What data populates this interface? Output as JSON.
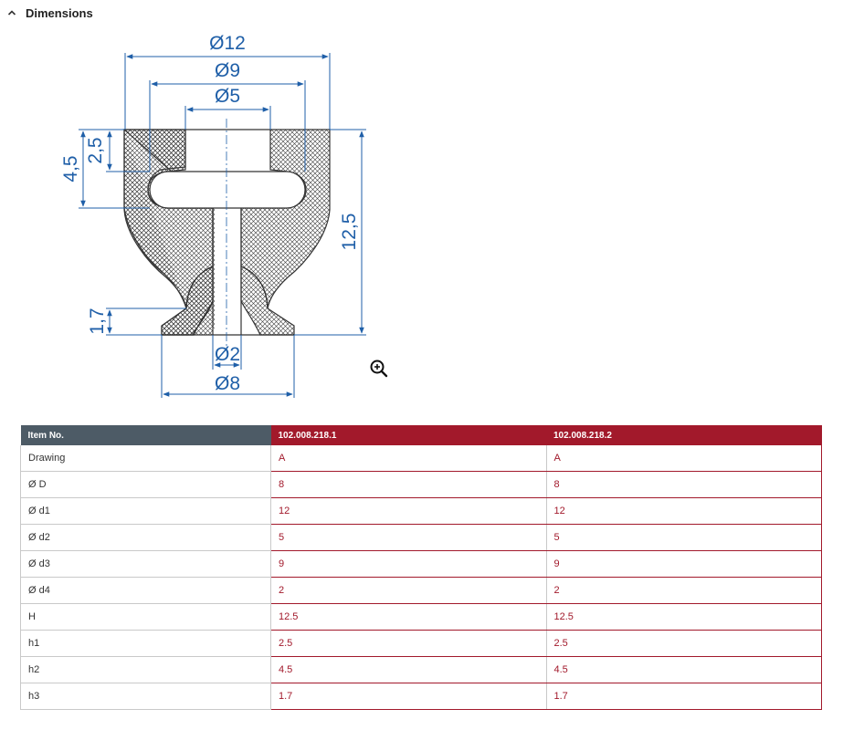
{
  "section": {
    "title": "Dimensions"
  },
  "drawing": {
    "labels": {
      "d1": "Ø12",
      "d3": "Ø9",
      "d2": "Ø5",
      "h2": "4,5",
      "h1": "2,5",
      "H": "12,5",
      "h3": "1,7",
      "d4": "Ø2",
      "D": "Ø8"
    },
    "zoom_icon": "zoom-in-icon"
  },
  "table": {
    "header": {
      "label": "Item No.",
      "items": [
        "102.008.218.1",
        "102.008.218.2"
      ]
    },
    "rows": [
      {
        "label": "Drawing",
        "values": [
          "A",
          "A"
        ]
      },
      {
        "label": "Ø D",
        "values": [
          "8",
          "8"
        ]
      },
      {
        "label": "Ø d1",
        "values": [
          "12",
          "12"
        ]
      },
      {
        "label": "Ø d2",
        "values": [
          "5",
          "5"
        ]
      },
      {
        "label": "Ø d3",
        "values": [
          "9",
          "9"
        ]
      },
      {
        "label": "Ø d4",
        "values": [
          "2",
          "2"
        ]
      },
      {
        "label": "H",
        "values": [
          "12.5",
          "12.5"
        ]
      },
      {
        "label": "h1",
        "values": [
          "2.5",
          "2.5"
        ]
      },
      {
        "label": "h2",
        "values": [
          "4.5",
          "4.5"
        ]
      },
      {
        "label": "h3",
        "values": [
          "1.7",
          "1.7"
        ]
      }
    ]
  },
  "colors": {
    "accent": "#a2192b",
    "header_dark": "#4d5b66",
    "dimension_blue": "#1f5fa8"
  }
}
